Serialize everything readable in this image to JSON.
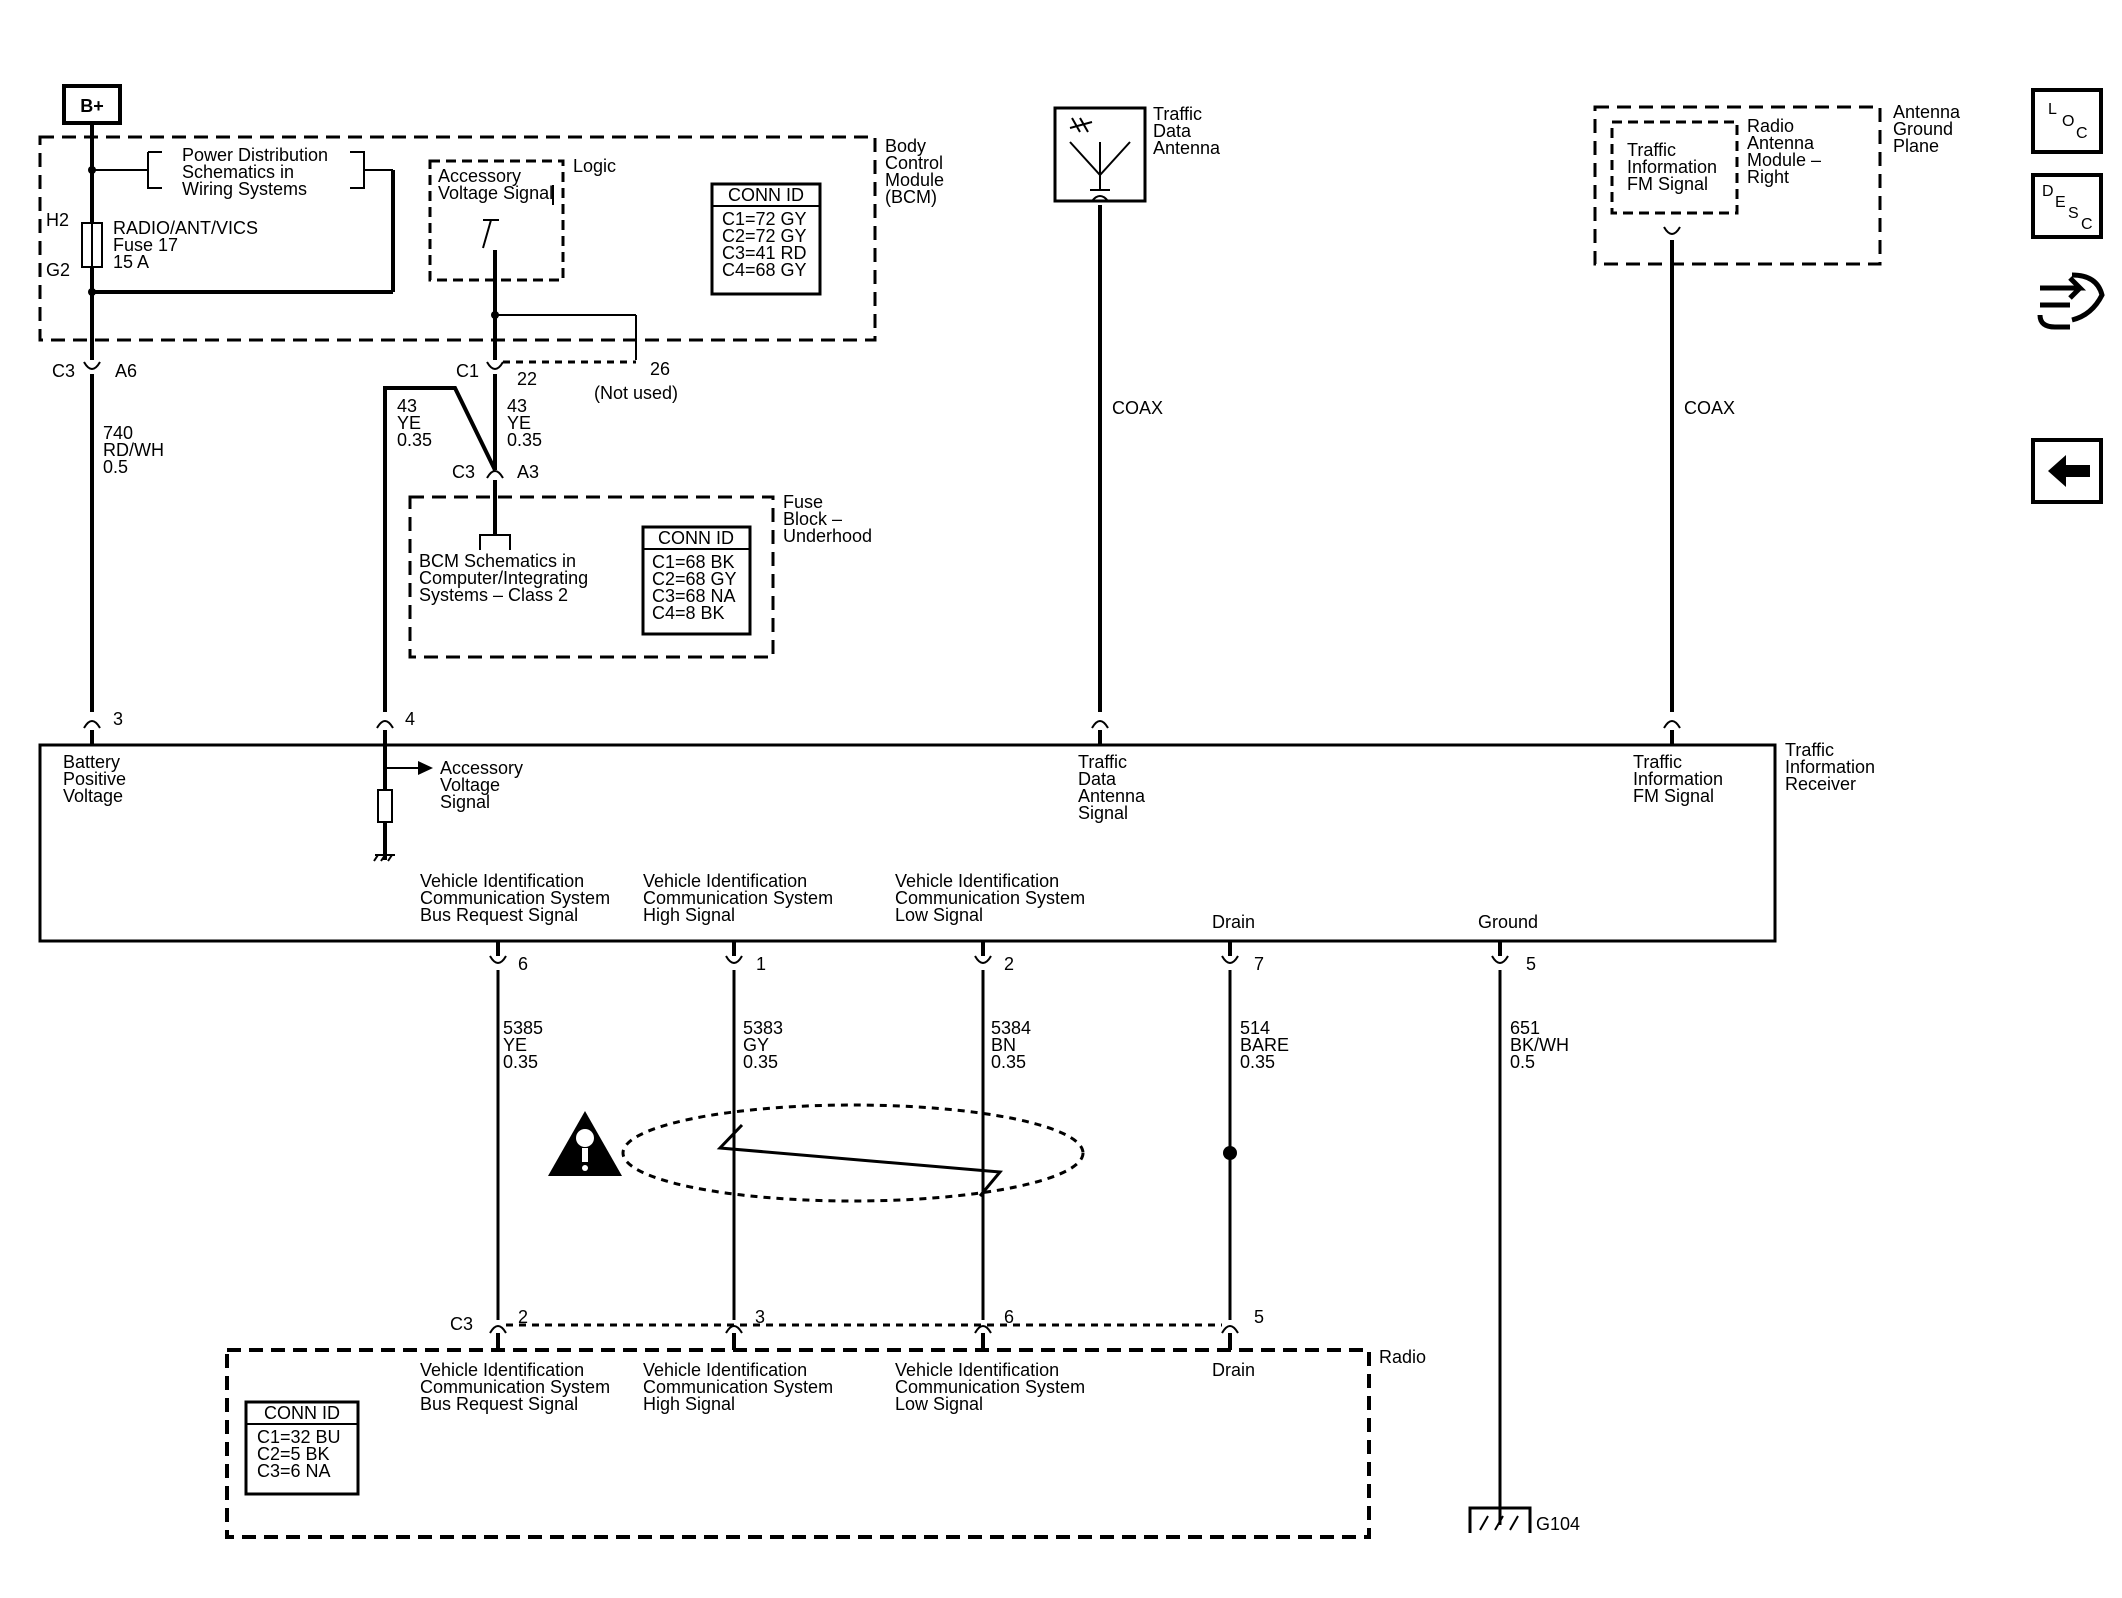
{
  "header": {
    "power_label": "B+"
  },
  "bcm": {
    "title_lines": [
      "Body",
      "Control",
      "Module",
      "(BCM)"
    ],
    "pds_lines": [
      "Power Distribution",
      "Schematics in",
      "Wiring Systems"
    ],
    "fuse_lines": [
      "RADIO/ANT/VICS",
      "Fuse 17",
      "15 A"
    ],
    "h2": "H2",
    "g2": "G2",
    "logic": "Logic",
    "acc_lines": [
      "Accessory",
      "Voltage Signal"
    ],
    "conn_title": "CONN ID",
    "conn_rows": [
      "C1=72 GY",
      "C2=72 GY",
      "C3=41 RD",
      "C4=68 GY"
    ]
  },
  "connectors": {
    "c3": "C3",
    "a6": "A6",
    "c1": "C1",
    "p22": "22",
    "p26": "26",
    "not_used": "(Not used)",
    "a3": "A3"
  },
  "wires": {
    "w740": [
      "740",
      "RD/WH",
      "0.5"
    ],
    "w43a": [
      "43",
      "YE",
      "0.35"
    ],
    "w43b": [
      "43",
      "YE",
      "0.35"
    ],
    "coax1": "COAX",
    "coax2": "COAX",
    "w5385": [
      "5385",
      "YE",
      "0.35"
    ],
    "w5383": [
      "5383",
      "GY",
      "0.35"
    ],
    "w5384": [
      "5384",
      "BN",
      "0.35"
    ],
    "w514": [
      "514",
      "BARE",
      "0.35"
    ],
    "w651": [
      "651",
      "BK/WH",
      "0.5"
    ]
  },
  "fuse_block": {
    "title_lines": [
      "Fuse",
      "Block –",
      "Underhood"
    ],
    "bcm_lines": [
      "BCM Schematics in",
      "Computer/Integrating",
      "Systems – Class 2"
    ],
    "conn_title": "CONN ID",
    "conn_rows": [
      "C1=68 BK",
      "C2=68 GY",
      "C3=68 NA",
      "C4=8 BK"
    ]
  },
  "antenna": {
    "title_lines": [
      "Traffic",
      "Data",
      "Antenna"
    ]
  },
  "radio_module": {
    "title_lines": [
      "Radio",
      "Antenna",
      "Module –",
      "Right"
    ],
    "fm_lines": [
      "Traffic",
      "Information",
      "FM Signal"
    ],
    "ground_plane_lines": [
      "Antenna",
      "Ground",
      "Plane"
    ]
  },
  "receiver": {
    "title_lines": [
      "Traffic",
      "Information",
      "Receiver"
    ],
    "battery_lines": [
      "Battery",
      "Positive",
      "Voltage"
    ],
    "acc_lines": [
      "Accessory",
      "Voltage",
      "Signal"
    ],
    "tda_lines": [
      "Traffic",
      "Data",
      "Antenna",
      "Signal"
    ],
    "fm_lines": [
      "Traffic",
      "Information",
      "FM Signal"
    ],
    "bus_lines": [
      "Vehicle Identification",
      "Communication System",
      "Bus Request Signal"
    ],
    "high_lines": [
      "Vehicle Identification",
      "Communication System",
      "High Signal"
    ],
    "low_lines": [
      "Vehicle Identification",
      "Communication System",
      "Low Signal"
    ],
    "drain": "Drain",
    "ground": "Ground",
    "pins_top": [
      "3",
      "4"
    ],
    "pins_bottom": [
      "6",
      "1",
      "2",
      "7",
      "5"
    ]
  },
  "radio": {
    "title": "Radio",
    "c3": "C3",
    "pins": [
      "2",
      "3",
      "6",
      "5"
    ],
    "bus_lines": [
      "Vehicle Identification",
      "Communication System",
      "Bus Request Signal"
    ],
    "high_lines": [
      "Vehicle Identification",
      "Communication System",
      "High Signal"
    ],
    "low_lines": [
      "Vehicle Identification",
      "Communication System",
      "Low Signal"
    ],
    "drain": "Drain",
    "conn_title": "CONN ID",
    "conn_rows": [
      "C1=32 BU",
      "C2=5 BK",
      "C3=6 NA"
    ]
  },
  "ground": {
    "label": "G104"
  },
  "nav": {
    "loc": [
      "L",
      "O",
      "C"
    ],
    "desc": [
      "D",
      "E",
      "S",
      "C"
    ]
  }
}
